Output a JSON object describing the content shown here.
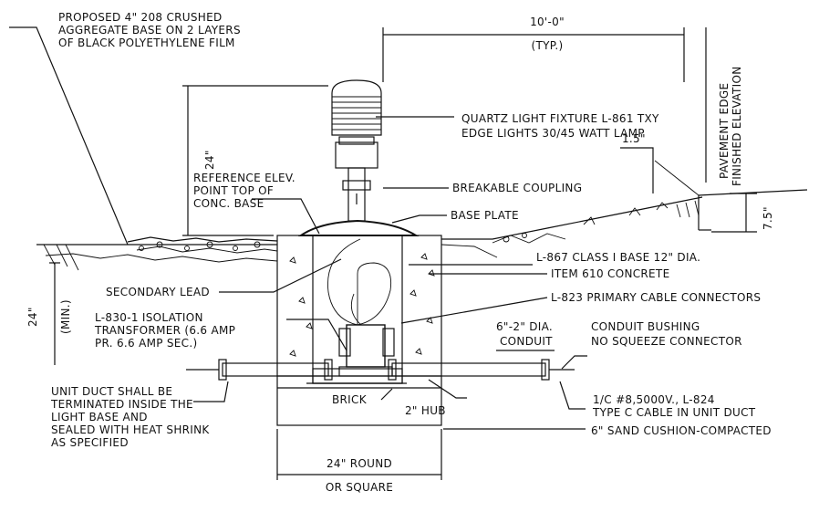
{
  "labels": {
    "proposed_base_1": "PROPOSED 4\" 208 CRUSHED",
    "proposed_base_2": "AGGREGATE BASE ON 2 LAYERS",
    "proposed_base_3": "OF BLACK POLYETHYLENE FILM",
    "spacing": "10'-0\"",
    "spacing_typ": "(TYP.)",
    "pavement_edge_1": "PAVEMENT EDGE",
    "pavement_edge_2": "FINISHED ELEVATION",
    "fixture_1": "QUARTZ LIGHT FIXTURE L-861 TXY",
    "fixture_2": "EDGE LIGHTS 30/45 WATT LAMP",
    "dim_1_5": "1.5\"",
    "dim_24_top": "24\"",
    "ref_elev_1": "REFERENCE ELEV.",
    "ref_elev_2": "POINT TOP OF",
    "ref_elev_3": "CONC. BASE",
    "breakable_coupling": "BREAKABLE COUPLING",
    "base_plate": "BASE PLATE",
    "dim_7_5": "7.5\"",
    "light_base": "L-867 CLASS I BASE 12\" DIA.",
    "concrete": "ITEM 610 CONCRETE",
    "secondary_lead": "SECONDARY LEAD",
    "primary_connectors": "L-823 PRIMARY CABLE CONNECTORS",
    "dim_24_min": "24\"",
    "dim_min": "(MIN.)",
    "transformer_1": "L-830-1 ISOLATION",
    "transformer_2": "TRANSFORMER (6.6 AMP",
    "transformer_3": "PR. 6.6 AMP SEC.)",
    "conduit_1": "6\"-2\" DIA.",
    "conduit_2": "CONDUIT",
    "bushing_1": "CONDUIT BUSHING",
    "bushing_2": "NO SQUEEZE CONNECTOR",
    "unit_duct_1": "UNIT DUCT SHALL BE",
    "unit_duct_2": "TERMINATED INSIDE THE",
    "unit_duct_3": "LIGHT BASE AND",
    "unit_duct_4": "SEALED WITH HEAT SHRINK",
    "unit_duct_5": "AS SPECIFIED",
    "brick": "BRICK",
    "hub": "2\" HUB",
    "cable_1": "1/C #8,5000V., L-824",
    "cable_2": "TYPE C CABLE IN UNIT DUCT",
    "sand": "6\" SAND CUSHION-COMPACTED",
    "round_1": "24\" ROUND",
    "round_2": "OR SQUARE"
  }
}
